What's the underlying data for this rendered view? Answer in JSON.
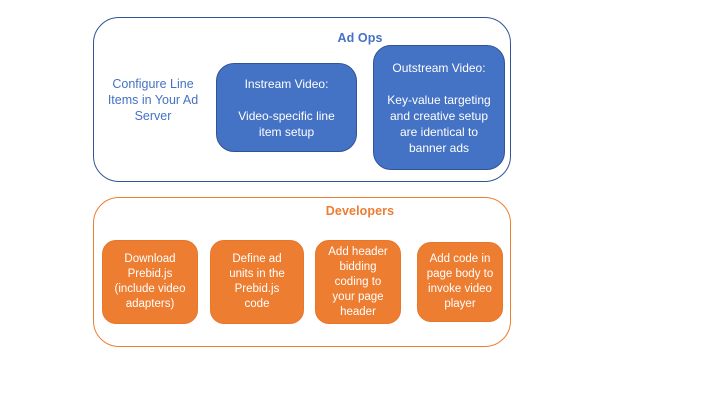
{
  "diagram": {
    "background_color": "#FFFFFF",
    "ad_ops_group": {
      "title": "Ad Ops",
      "title_color": "#4472C4",
      "border_color": "#2F5597",
      "side_note": "Configure Line\nItems in Your Ad\nServer",
      "side_note_color": "#4472C4",
      "boxes": [
        {
          "name": "instream-video",
          "text": "Instream Video:\n\nVideo-specific line\nitem setup",
          "fill_color": "#4472C4",
          "text_color": "#FFFFFF"
        },
        {
          "name": "outstream-video",
          "text": "Outstream Video:\n\nKey-value targeting\nand creative setup\nare identical to\nbanner ads",
          "fill_color": "#4472C4",
          "text_color": "#FFFFFF"
        }
      ]
    },
    "developers_group": {
      "title": "Developers",
      "title_color": "#ED7D31",
      "border_color": "#ED7D31",
      "boxes": [
        {
          "name": "download-prebid",
          "text": "Download\nPrebid.js\n(include video\nadapters)",
          "fill_color": "#ED7D31",
          "text_color": "#FFFFFF"
        },
        {
          "name": "define-ad-units",
          "text": "Define ad\nunits in the\nPrebid.js\ncode",
          "fill_color": "#ED7D31",
          "text_color": "#FFFFFF"
        },
        {
          "name": "add-header-bidding-code",
          "text": "Add header\nbidding\ncoding to\nyour page\nheader",
          "fill_color": "#ED7D31",
          "text_color": "#FFFFFF"
        },
        {
          "name": "add-page-body-code",
          "text": "Add code in\npage body to\ninvoke video\nplayer",
          "fill_color": "#ED7D31",
          "text_color": "#FFFFFF"
        }
      ]
    }
  }
}
